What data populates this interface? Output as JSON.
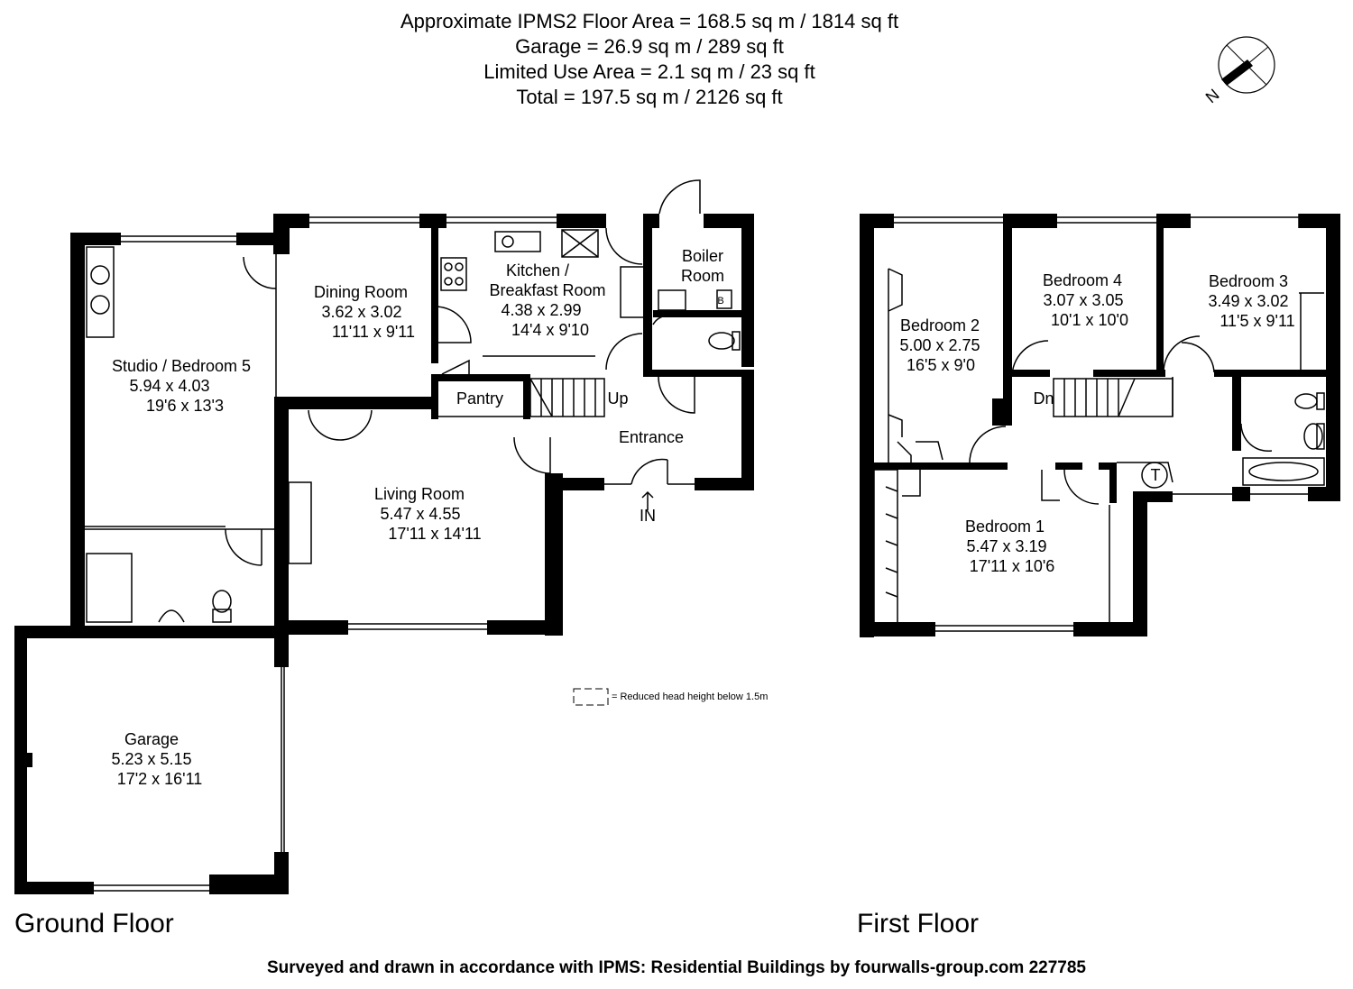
{
  "header": {
    "line1": "Approximate IPMS2 Floor Area = 168.5 sq m / 1814 sq ft",
    "line2": "Garage = 26.9 sq m / 289 sq ft",
    "line3": "Limited Use Area = 2.1 sq m / 23 sq ft",
    "line4": "Total = 197.5 sq m / 2126 sq ft"
  },
  "compass": {
    "label": "N"
  },
  "ground_floor": {
    "title": "Ground Floor",
    "studio": {
      "name": "Studio / Bedroom 5",
      "metric": "5.94 x 4.03",
      "imperial": "19'6 x 13'3"
    },
    "dining": {
      "name": "Dining Room",
      "metric": "3.62 x 3.02",
      "imperial": "11'11 x 9'11"
    },
    "kitchen": {
      "name1": "Kitchen /",
      "name2": "Breakfast Room",
      "metric": "4.38 x 2.99",
      "imperial": "14'4 x 9'10"
    },
    "boiler": {
      "name1": "Boiler",
      "name2": "Room",
      "marker": "B"
    },
    "pantry": {
      "name": "Pantry"
    },
    "stairs": {
      "label": "Up"
    },
    "entrance": {
      "name": "Entrance",
      "in_label": "IN"
    },
    "living": {
      "name": "Living Room",
      "metric": "5.47 x 4.55",
      "imperial": "17'11 x 14'11"
    },
    "garage": {
      "name": "Garage",
      "metric": "5.23 x 5.15",
      "imperial": "17'2 x 16'11"
    }
  },
  "first_floor": {
    "title": "First Floor",
    "bedroom2": {
      "name": "Bedroom 2",
      "metric": "5.00 x 2.75",
      "imperial": "16'5 x 9'0"
    },
    "bedroom4": {
      "name": "Bedroom 4",
      "metric": "3.07 x 3.05",
      "imperial": "10'1 x 10'0"
    },
    "bedroom3": {
      "name": "Bedroom 3",
      "metric": "3.49 x 3.02",
      "imperial": "11'5 x 9'11"
    },
    "bedroom1": {
      "name": "Bedroom 1",
      "metric": "5.47 x 3.19",
      "imperial": "17'11 x 10'6"
    },
    "stairs": {
      "label": "Dn"
    },
    "tank": {
      "label": "T"
    }
  },
  "legend": {
    "text": "= Reduced head height below 1.5m"
  },
  "footer": {
    "text": "Surveyed and drawn in accordance with IPMS: Residential Buildings by fourwalls-group.com 227785"
  }
}
